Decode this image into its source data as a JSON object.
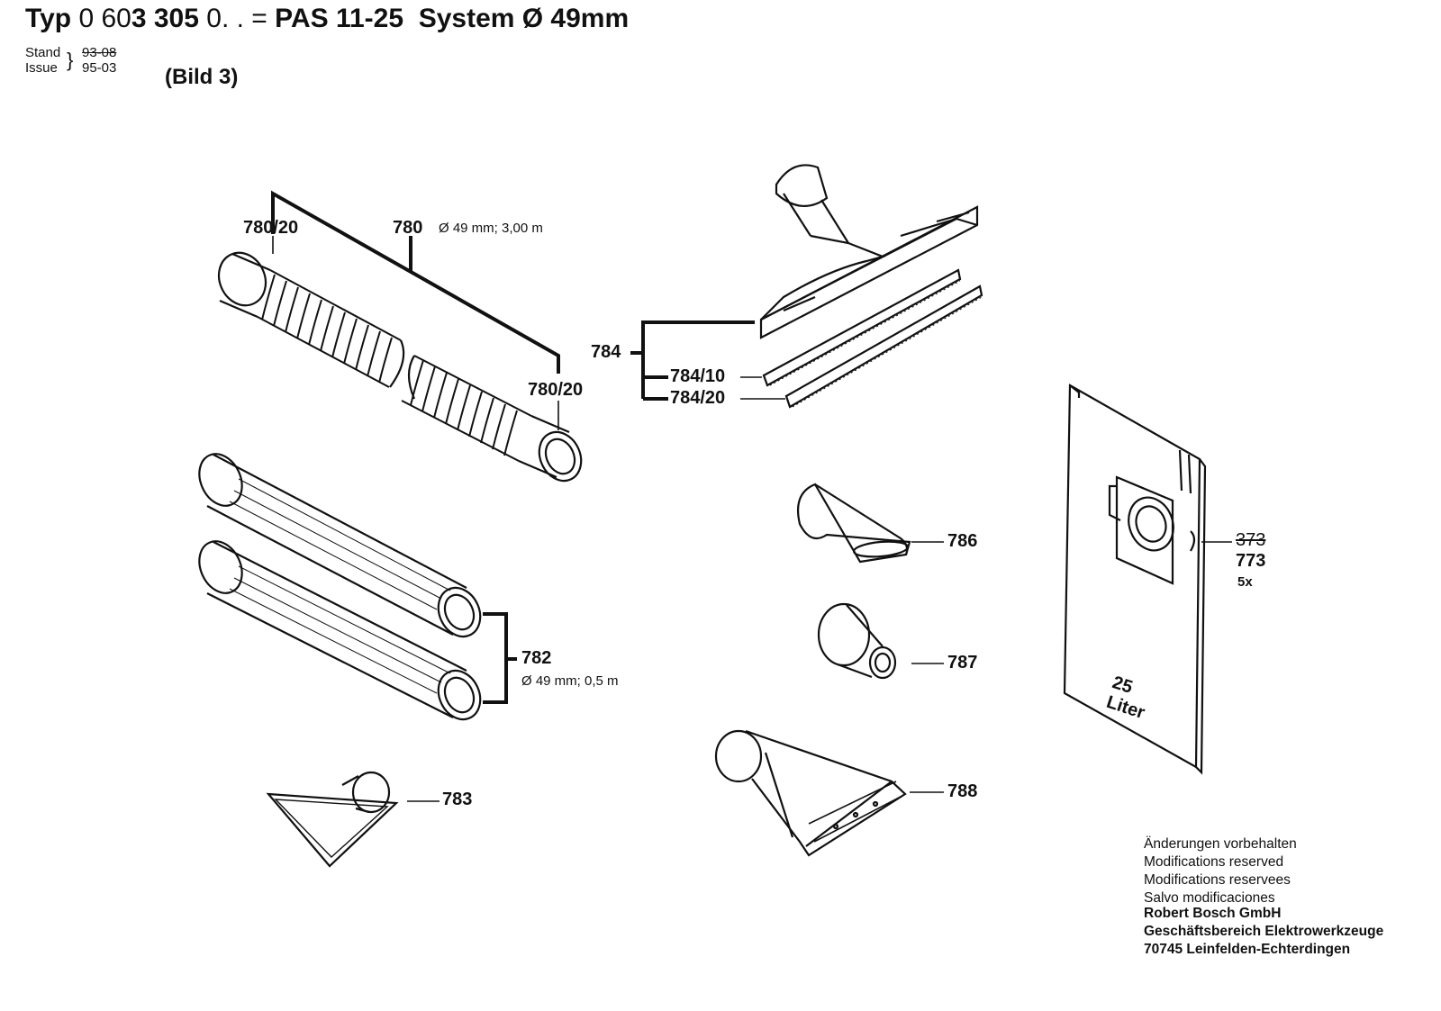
{
  "header": {
    "typ_label": "Typ",
    "typ_number_light": "0 60",
    "typ_number_bold": "3 305",
    "typ_suffix": "0. . =",
    "model": "PAS 11-25",
    "system": "System Ø 49mm",
    "stand_label": "Stand",
    "issue_label": "Issue",
    "stand_date_struck": "93-08",
    "issue_date": "95-03",
    "figure": "(Bild 3)"
  },
  "callouts": {
    "c780_20_top": "780/20",
    "c780": "780",
    "c780_spec": "Ø 49 mm; 3,00 m",
    "c780_20_bottom": "780/20",
    "c784": "784",
    "c784_10": "784/10",
    "c784_20": "784/20",
    "c782": "782",
    "c782_spec": "Ø 49 mm; 0,5 m",
    "c783": "783",
    "c786": "786",
    "c787": "787",
    "c788": "788",
    "c773_old": "373",
    "c773": "773",
    "c773_qty": "5x"
  },
  "bag_label": {
    "line1": "25",
    "line2": "Liter"
  },
  "footer": {
    "line1": "Änderungen vorbehalten",
    "line2": "Modifications reserved",
    "line3": "Modifications reservees",
    "line4": "Salvo modificaciones",
    "company": "Robert Bosch GmbH",
    "division": "Geschäftsbereich Elektrowerkzeuge",
    "address": "70745 Leinfelden-Echterdingen"
  }
}
